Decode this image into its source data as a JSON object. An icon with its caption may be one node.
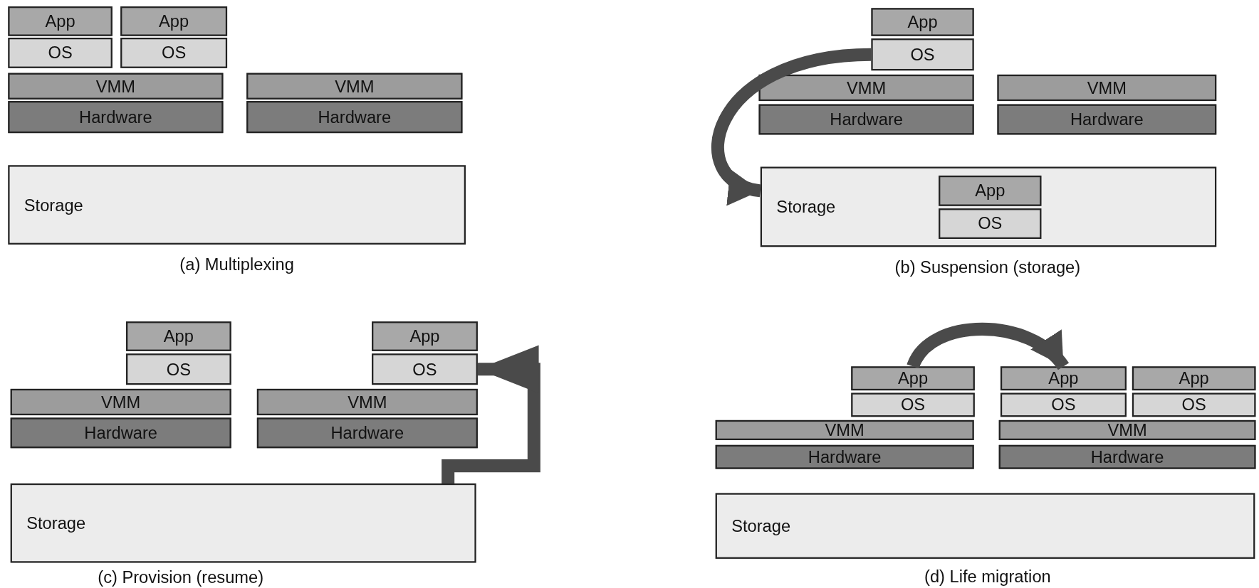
{
  "diagram": {
    "nodes": [
      {
        "text": [
          "App"
        ]
      },
      {
        "text": [
          "OS"
        ]
      },
      {
        "text": [
          "App"
        ]
      },
      {
        "text": [
          "OS"
        ]
      },
      {
        "text": [
          "VMM"
        ]
      },
      {
        "text": [
          "Hardware"
        ]
      },
      {
        "text": [
          "VMM"
        ]
      },
      {
        "text": [
          "Hardware"
        ]
      },
      {
        "text": [
          "Storage"
        ]
      },
      {
        "text": [
          "App"
        ]
      },
      {
        "text": [
          "OS"
        ]
      },
      {
        "text": [
          "VMM"
        ]
      },
      {
        "text": [
          "Hardware"
        ]
      },
      {
        "text": [
          "VMM"
        ]
      },
      {
        "text": [
          "Hardware"
        ]
      },
      {
        "text": [
          "Storage"
        ]
      },
      {
        "text": [
          "App"
        ],
        "in": 15
      },
      {
        "text": [
          "OS"
        ],
        "in": 15
      },
      {
        "text": [
          "App"
        ]
      },
      {
        "text": [
          "OS"
        ]
      },
      {
        "text": [
          "VMM"
        ]
      },
      {
        "text": [
          "Hardware"
        ]
      },
      {
        "text": [
          "App"
        ]
      },
      {
        "text": [
          "OS"
        ]
      },
      {
        "text": [
          "VMM"
        ]
      },
      {
        "text": [
          "Hardware"
        ]
      },
      {
        "text": [
          "Storage"
        ]
      },
      {
        "text": [
          "App"
        ]
      },
      {
        "text": [
          "OS"
        ]
      },
      {
        "text": [
          "VMM"
        ]
      },
      {
        "text": [
          "Hardware"
        ]
      },
      {
        "text": [
          "App"
        ]
      },
      {
        "text": [
          "OS"
        ]
      },
      {
        "text": [
          "App"
        ]
      },
      {
        "text": [
          "OS"
        ]
      },
      {
        "text": [
          "VMM"
        ]
      },
      {
        "text": [
          "Hardware"
        ]
      },
      {
        "text": [
          "Storage"
        ]
      }
    ],
    "edges": [
      {
        "from": 10,
        "to": 15,
        "arrow": "to"
      },
      {
        "from": 26,
        "to": 23,
        "arrow": "to"
      },
      {
        "from": 27,
        "to": 31,
        "arrow": "to"
      }
    ],
    "labels": [
      "(a) Multiplexing",
      "(b) Suspension (storage)",
      "(c) Provision (resume)",
      "(d) Life migration"
    ]
  }
}
